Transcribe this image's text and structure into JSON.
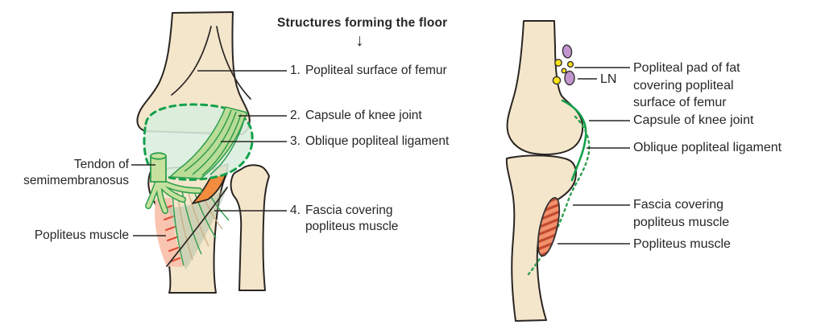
{
  "colors": {
    "bone": "#f4e6cb",
    "ink": "#2a2522",
    "green": "#12a14b",
    "green-dark": "#2f9e4e",
    "capsule-fill": "#d9eedd",
    "lig-fill": "#b9dc96",
    "tendon-fill": "#c6e19e",
    "orange": "#f28c3e",
    "muscle-pink": "#f9c5b0",
    "muscle-red": "#e14b35",
    "fascia-fill": "rgba(158,184,156,0.42)",
    "tan-line": "#c9a87e",
    "fat-yellow": "#ffe215",
    "ln-purple": "#c295ce",
    "muscle-orange": "#f2926c",
    "stripe-red": "#c24a32",
    "text": "#262626"
  },
  "header": {
    "title": "Structures forming the floor",
    "arrow": "↓"
  },
  "left_panel": {
    "numbered_labels": [
      {
        "num": "1.",
        "text": "Popliteal surface of femur"
      },
      {
        "num": "2.",
        "text": "Capsule of knee joint"
      },
      {
        "num": "3.",
        "text": "Oblique popliteal ligament"
      },
      {
        "num": "4.",
        "text": "Fascia covering\npopliteus muscle"
      }
    ],
    "side_labels": [
      {
        "text": "Tendon of\nsemimembranosus"
      },
      {
        "text": "Popliteus muscle"
      }
    ]
  },
  "right_panel": {
    "labels": [
      {
        "text": "Popliteal pad of fat\ncovering popliteal\nsurface of femur"
      },
      {
        "text": "LN"
      },
      {
        "text": "Capsule of knee joint"
      },
      {
        "text": "Oblique popliteal ligament"
      },
      {
        "text": "Fascia covering\npopliteus muscle"
      },
      {
        "text": "Popliteus muscle"
      }
    ]
  }
}
